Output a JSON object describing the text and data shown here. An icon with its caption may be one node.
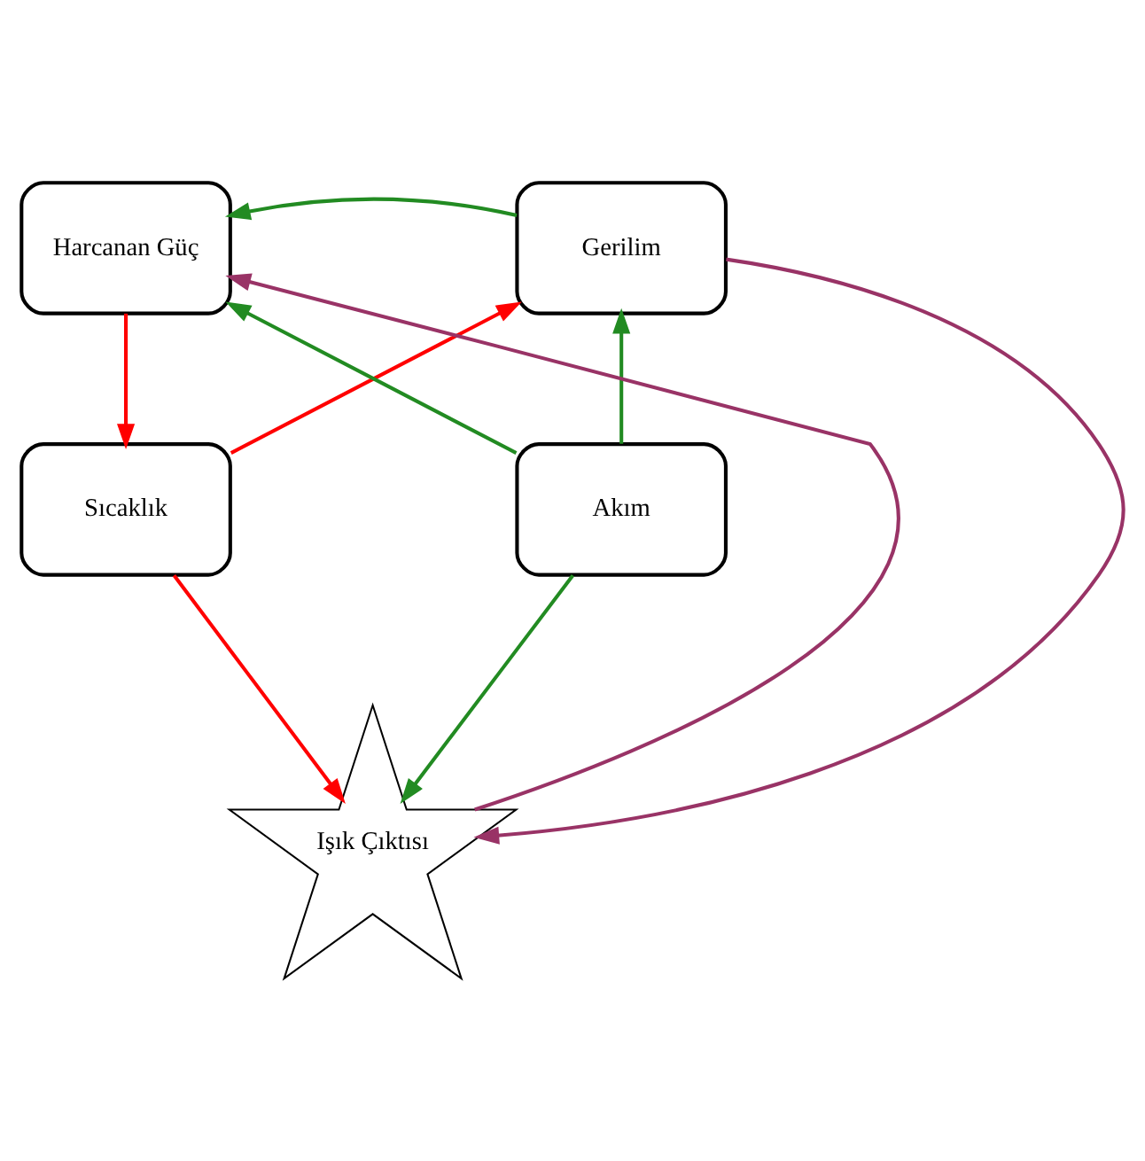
{
  "diagram": {
    "nodes": [
      {
        "text": [
          "Harcanan Güç"
        ]
      },
      {
        "text": [
          "Gerilim"
        ]
      },
      {
        "text": [
          "Sıcaklık"
        ]
      },
      {
        "text": [
          "Akım"
        ]
      },
      {
        "text": [
          "Işık Çıktısı"
        ]
      }
    ],
    "edges": [
      {
        "from": 1,
        "to": 0,
        "arrow": "to"
      },
      {
        "from": 0,
        "to": 2,
        "arrow": "to",
        "color": "#ff0000"
      },
      {
        "from": 3,
        "to": 1,
        "arrow": "to"
      },
      {
        "from": 3,
        "to": 0,
        "arrow": "to"
      },
      {
        "from": 2,
        "to": 1,
        "arrow": "to",
        "color": "#ff0000"
      },
      {
        "from": 1,
        "to": 4,
        "arrow": "to",
        "color": "#993366"
      },
      {
        "from": 4,
        "to": 0,
        "arrow": "to",
        "color": "#993366"
      },
      {
        "from": 2,
        "to": 4,
        "arrow": "to",
        "color": "#ff0000"
      },
      {
        "from": 3,
        "to": 4,
        "arrow": "to"
      }
    ]
  }
}
